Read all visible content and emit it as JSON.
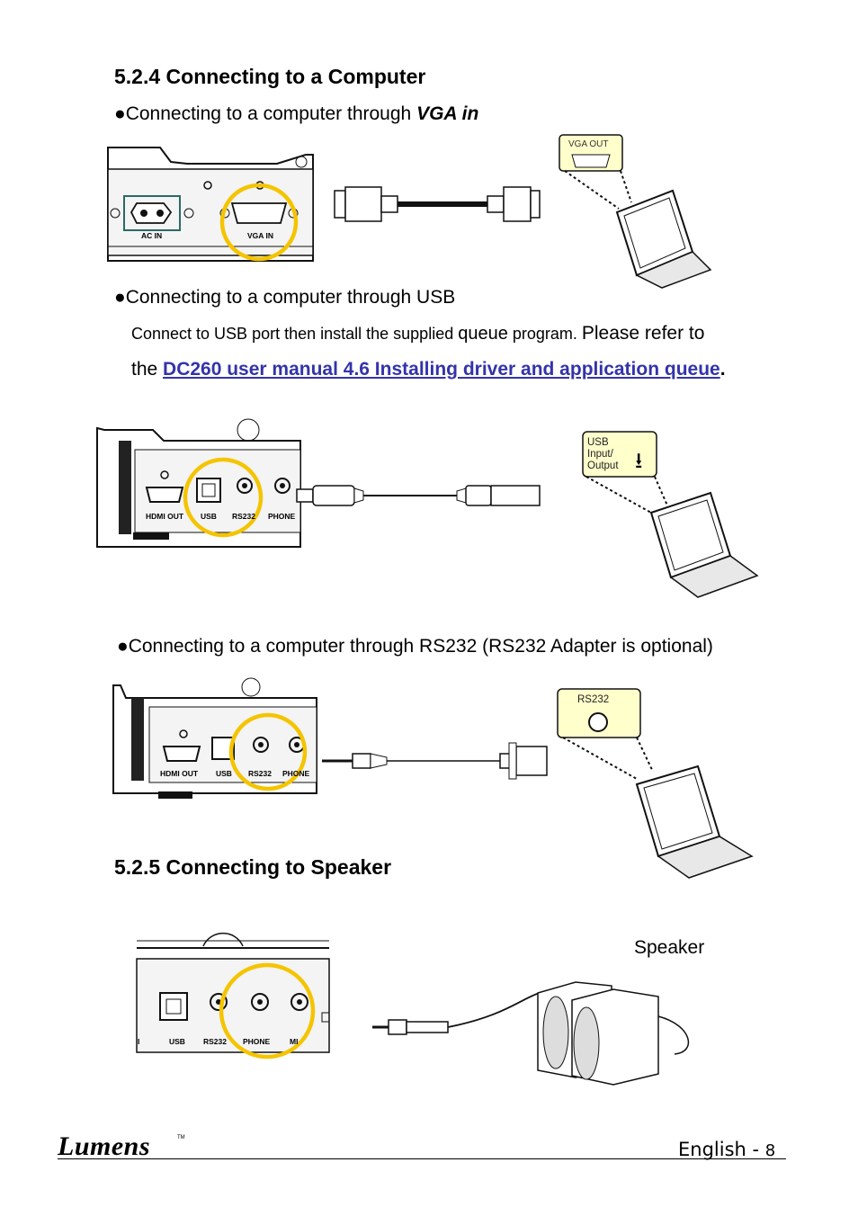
{
  "sections": {
    "computer": {
      "title": "5.2.4  Connecting to a Computer",
      "vga_bullet_prefix": "Connecting to a computer through ",
      "vga_bullet_emph": "VGA in",
      "usb_bullet": "Connecting to a computer through USB",
      "usb_note_part1": "Connect to USB port then install the supplied ",
      "usb_note_queue": "queue",
      "usb_note_part2": " program. ",
      "usb_note_part3": "Please refer to",
      "usb_note_the": "the ",
      "usb_note_link": "DC260 user manual 4.6 Installing driver and application queue",
      "usb_note_period": ".",
      "rs232_bullet": "Connecting to a computer through RS232 (RS232 Adapter is optional)"
    },
    "speaker": {
      "title": "5.2.5  Connecting to Speaker",
      "label": "Speaker"
    }
  },
  "figures": {
    "vga": {
      "port_acin": "AC IN",
      "port_vgain": "VGA IN",
      "callout": "VGA OUT"
    },
    "usb": {
      "ports": [
        "HDMI OUT",
        "USB",
        "RS232",
        "PHONE"
      ],
      "callout_line1": "USB",
      "callout_line2": "Input/",
      "callout_line3": "Output"
    },
    "rs232": {
      "ports": [
        "HDMI OUT",
        "USB",
        "RS232",
        "PHONE"
      ],
      "callout": "RS232"
    },
    "speaker": {
      "ports": [
        "I",
        "USB",
        "RS232",
        "PHONE",
        "MI"
      ]
    }
  },
  "footer": {
    "logo": "Lumens",
    "tm": "TM",
    "page_label": "English - ",
    "page_number": "8"
  },
  "colors": {
    "highlight": "#f5c400",
    "link": "#3333aa",
    "callout_fill": "#ffffcc"
  }
}
